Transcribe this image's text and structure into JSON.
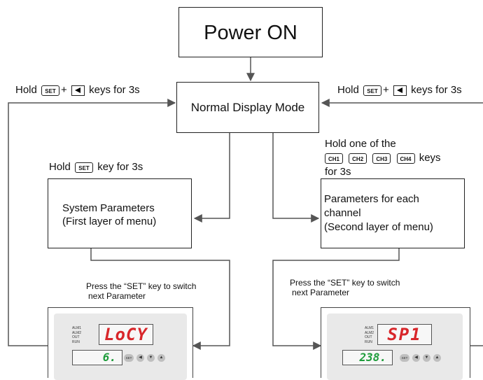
{
  "power_on": "Power ON",
  "normal_display": "Normal Display Mode",
  "left_hold": {
    "prefix": "Hold",
    "set_key": "SET",
    "plus": "+",
    "suffix": "keys for 3s"
  },
  "right_hold": {
    "prefix": "Hold",
    "set_key": "SET",
    "plus": "+",
    "suffix": "keys for 3s"
  },
  "set_hold": {
    "prefix": "Hold",
    "set_key": "SET",
    "suffix": "key for 3s"
  },
  "ch_hold": {
    "line1": "Hold one of the",
    "keys": [
      "CH1",
      "CH2",
      "CH3",
      "CH4"
    ],
    "keys_word": "keys",
    "line3": "for 3s"
  },
  "system_params": {
    "line1": "System Parameters",
    "line2": "(First layer of menu)"
  },
  "channel_params": {
    "line1": "Parameters for each",
    "line2": "channel",
    "line3": "(Second layer of menu)"
  },
  "press_left": {
    "line1": "Press the “SET” key to switch",
    "line2": "next Parameter"
  },
  "press_right": {
    "line1": "Press the “SET” key to switch",
    "line2": "next Parameter"
  },
  "device_left": {
    "top": "LoCY",
    "bottom": "6."
  },
  "device_right": {
    "top": "SP1",
    "bottom": "238."
  },
  "led_labels": [
    "ALM1",
    "ALM2",
    "OUT",
    "RUN"
  ],
  "button_set": "SET",
  "button_glyphs": [
    "◀",
    "▼",
    "▲"
  ],
  "colors": {
    "line": "#555555",
    "display_red": "#d8262a",
    "display_green": "#1d9c3a"
  }
}
